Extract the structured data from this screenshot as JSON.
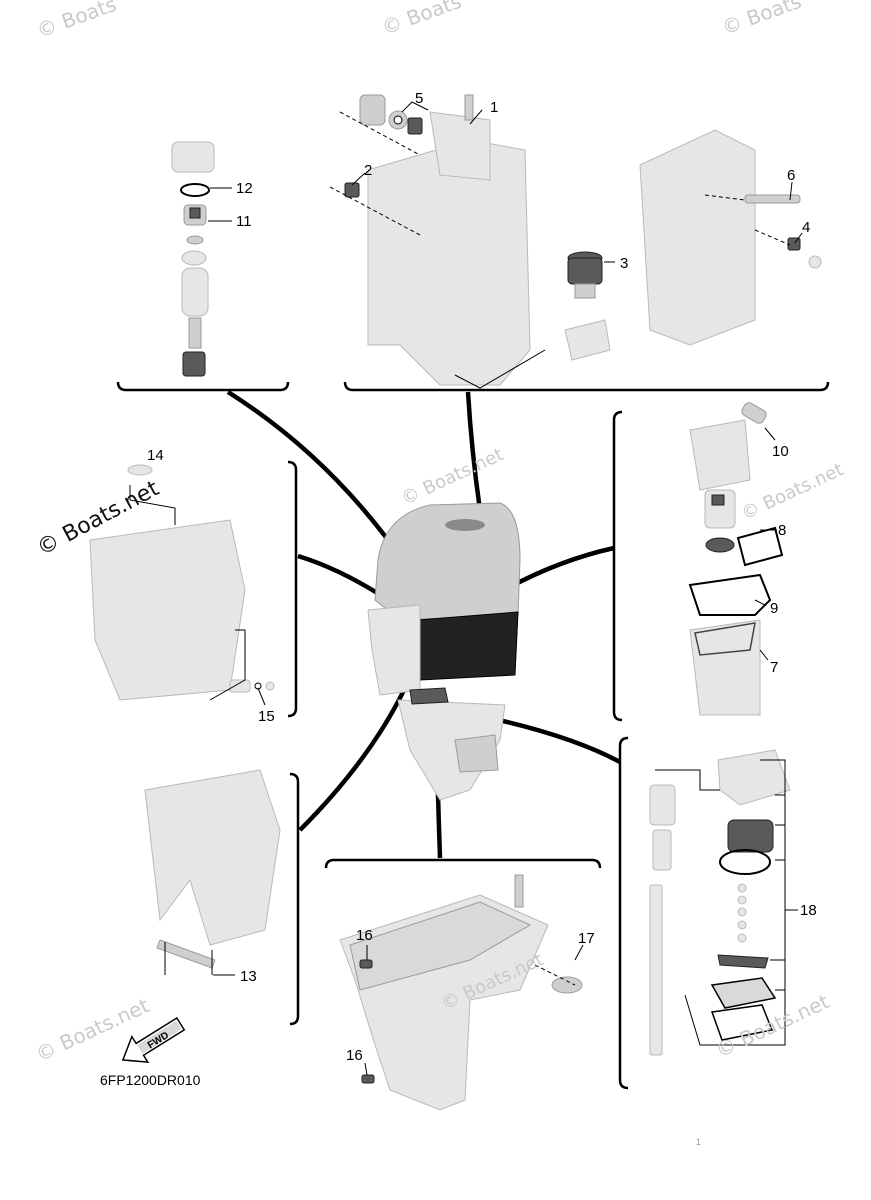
{
  "watermark": {
    "text": "© Boats.net",
    "top_text": "© Boats"
  },
  "diagram_code": "6FP1200DR010",
  "direction_arrow_label": "FWD",
  "callouts": [
    "1",
    "2",
    "3",
    "4",
    "5",
    "6",
    "7",
    "8",
    "9",
    "10",
    "11",
    "12",
    "13",
    "14",
    "15",
    "16",
    "17",
    "18",
    "16"
  ],
  "page_marker": "1",
  "colors": {
    "line": "#000000",
    "part_fill": "#e6e6e6",
    "part_dark": "#5a5a5a",
    "watermark": "#c9c9c9"
  }
}
